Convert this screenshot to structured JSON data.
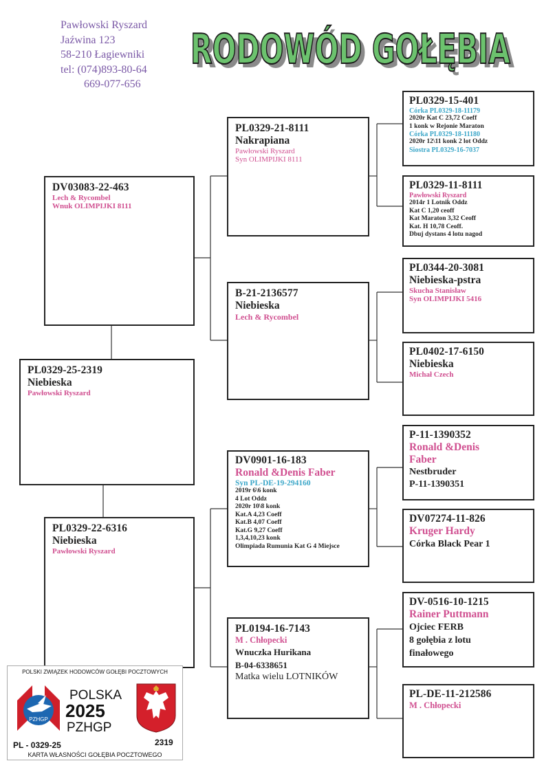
{
  "owner": {
    "name": "Pawłowski Ryszard",
    "street": "Jaźwina 123",
    "city": "58-210 Łagiewniki",
    "tel": "tel: (074)893-80-64",
    "mobile": "669-077-656"
  },
  "title": "RODOWÓD GOŁĘBIA",
  "colors": {
    "pink": "#d04f90",
    "cyan": "#3aa6c8",
    "title_green": "#6cc26e",
    "owner_purple": "#7a58a6"
  },
  "pigeon": {
    "ring": "PL0329-25-2319",
    "color": "Niebieska",
    "owner": "Pawłowski Ryszard"
  },
  "father": {
    "ring": "DV03083-22-463",
    "line1": "Lech & Rycombel",
    "line2": "Wnuk OLIMPIJKI 8111"
  },
  "mother": {
    "ring": "PL0329-22-6316",
    "color": "Niebieska",
    "owner": "Pawłowski Ryszard"
  },
  "ff": {
    "ring": "PL0329-21-8111",
    "name": "Nakrapiana",
    "owner": "Pawłowski Ryszard",
    "note": "Syn OLIMPIJKI 8111"
  },
  "fm": {
    "ring": "B-21-2136577",
    "color": "Niebieska",
    "owner": "Lech & Rycombel"
  },
  "mf": {
    "ring": "DV0901-16-183",
    "owner": "Ronald &Denis Faber",
    "son": "Syn  PL-DE-19-294160",
    "results": [
      "2019r 6\\6 konk",
      "4 Lot Oddz",
      "2020r 10\\8 konk",
      "Kat.A  4,23 Coeff",
      "Kat.B  4,07 Coeff",
      "Kat.G  9,27 Coeff",
      "1,3,4,10,23 konk",
      "Olimpiada Rumunia Kat G  4  Miejsce"
    ]
  },
  "mm": {
    "ring": "PL0194-16-7143",
    "owner": "M . Chłopecki",
    "line1": "Wnuczka Hurikana",
    "line2": "B-04-6338651",
    "line3": "Matka wielu LOTNIKÓW"
  },
  "fff": {
    "ring": "PL0329-15-401",
    "daughter1": "Córka PL0329-18-11179",
    "r1": "2020r Kat C  23,72 Coeff",
    "r2": "1 konk  w Rejonie Maraton",
    "daughter2": "Córka PL0329-18-11180",
    "r3": "2020r 12\\11 konk  2 lot Oddz",
    "sister": "Siostra PL0329-16-7037"
  },
  "ffm": {
    "ring": "PL0329-11-8111",
    "owner": "Pawłowski Ryszard",
    "results": [
      "2014r  1 Lotnik Oddz",
      "Kat C  1,20 ceoff",
      "Kat Maraton  3,32 Ceoff",
      "Kat. H  10,78 Ceoff.",
      "Dbuj dystans 4 lotu nagod"
    ]
  },
  "fmf": {
    "ring": "PL0344-20-3081",
    "color": "Niebieska-pstra",
    "owner": "Skucha Stanisław",
    "note": "Syn OLIMPIJKI 5416"
  },
  "fmm": {
    "ring": "PL0402-17-6150",
    "color": "Niebieska",
    "owner": "Michał Czech"
  },
  "mff": {
    "ring": "P-11-1390352",
    "owner1": "Ronald &Denis",
    "owner2": "Faber",
    "line1": "Nestbruder",
    "line2": "P-11-1390351"
  },
  "mfm": {
    "ring": "DV07274-11-826",
    "owner": "Kruger Hardy",
    "note": "Córka Black Pear 1"
  },
  "mmf": {
    "ring": "DV-0516-10-1215",
    "owner": "Rainer Puttmann",
    "line1": "Ojciec FERB",
    "line2": "8 gołębia z lotu",
    "line3": "finałowego"
  },
  "mmm": {
    "ring": "PL-DE-11-212586",
    "owner": "M . Chłopecki"
  },
  "card": {
    "header": "POLSKI ZWIĄZEK HODOWCÓW GOŁĘBI POCZTOWYCH",
    "country": "POLSKA",
    "year": "2025",
    "org": "PZHGP",
    "logo_text": "PZHGP",
    "ring": "PL - 0329-25",
    "number": "2319",
    "footer": "KARTA WŁASNOŚCI GOŁĘBIA POCZTOWEGO"
  }
}
